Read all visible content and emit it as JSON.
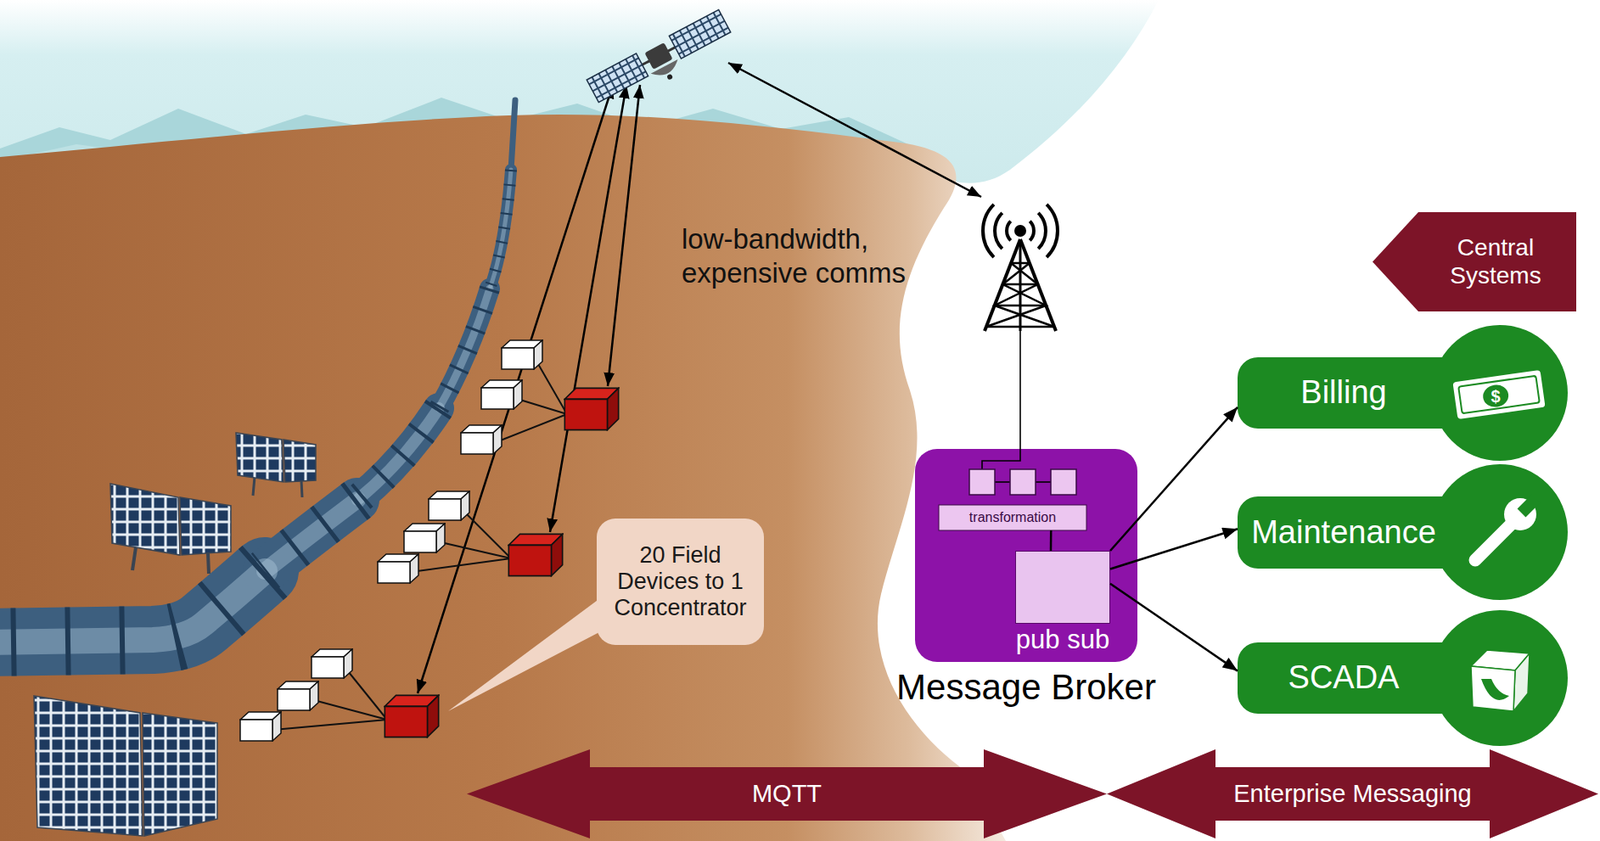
{
  "diagram": {
    "nodes": [
      {
        "text": [
          "Central Systems"
        ]
      },
      {
        "text": [
          "Billing"
        ]
      },
      {
        "text": [
          "20 Field Devices to 1 Concentrator"
        ]
      },
      {
        "text": [
          "Message Broker"
        ]
      },
      {
        "text": [
          "transformation"
        ],
        "in": 3
      },
      {
        "text": [
          "pub sub"
        ],
        "in": 3
      },
      {
        "text": [
          "Maintenance"
        ]
      },
      {
        "text": [
          "SCADA"
        ]
      },
      {
        "text": [
          "MQTT"
        ]
      },
      {
        "text": [
          "Enterprise Messaging"
        ]
      }
    ],
    "edges": [
      {
        "from": 4,
        "to": 5,
        "arrow": "none"
      },
      {
        "from": 5,
        "to": 1,
        "arrow": "to"
      },
      {
        "from": 5,
        "to": 6,
        "arrow": "to"
      },
      {
        "from": 5,
        "to": 7,
        "arrow": "to"
      }
    ],
    "labels": [
      "low-bandwidth, expensive comms",
      "$"
    ]
  }
}
